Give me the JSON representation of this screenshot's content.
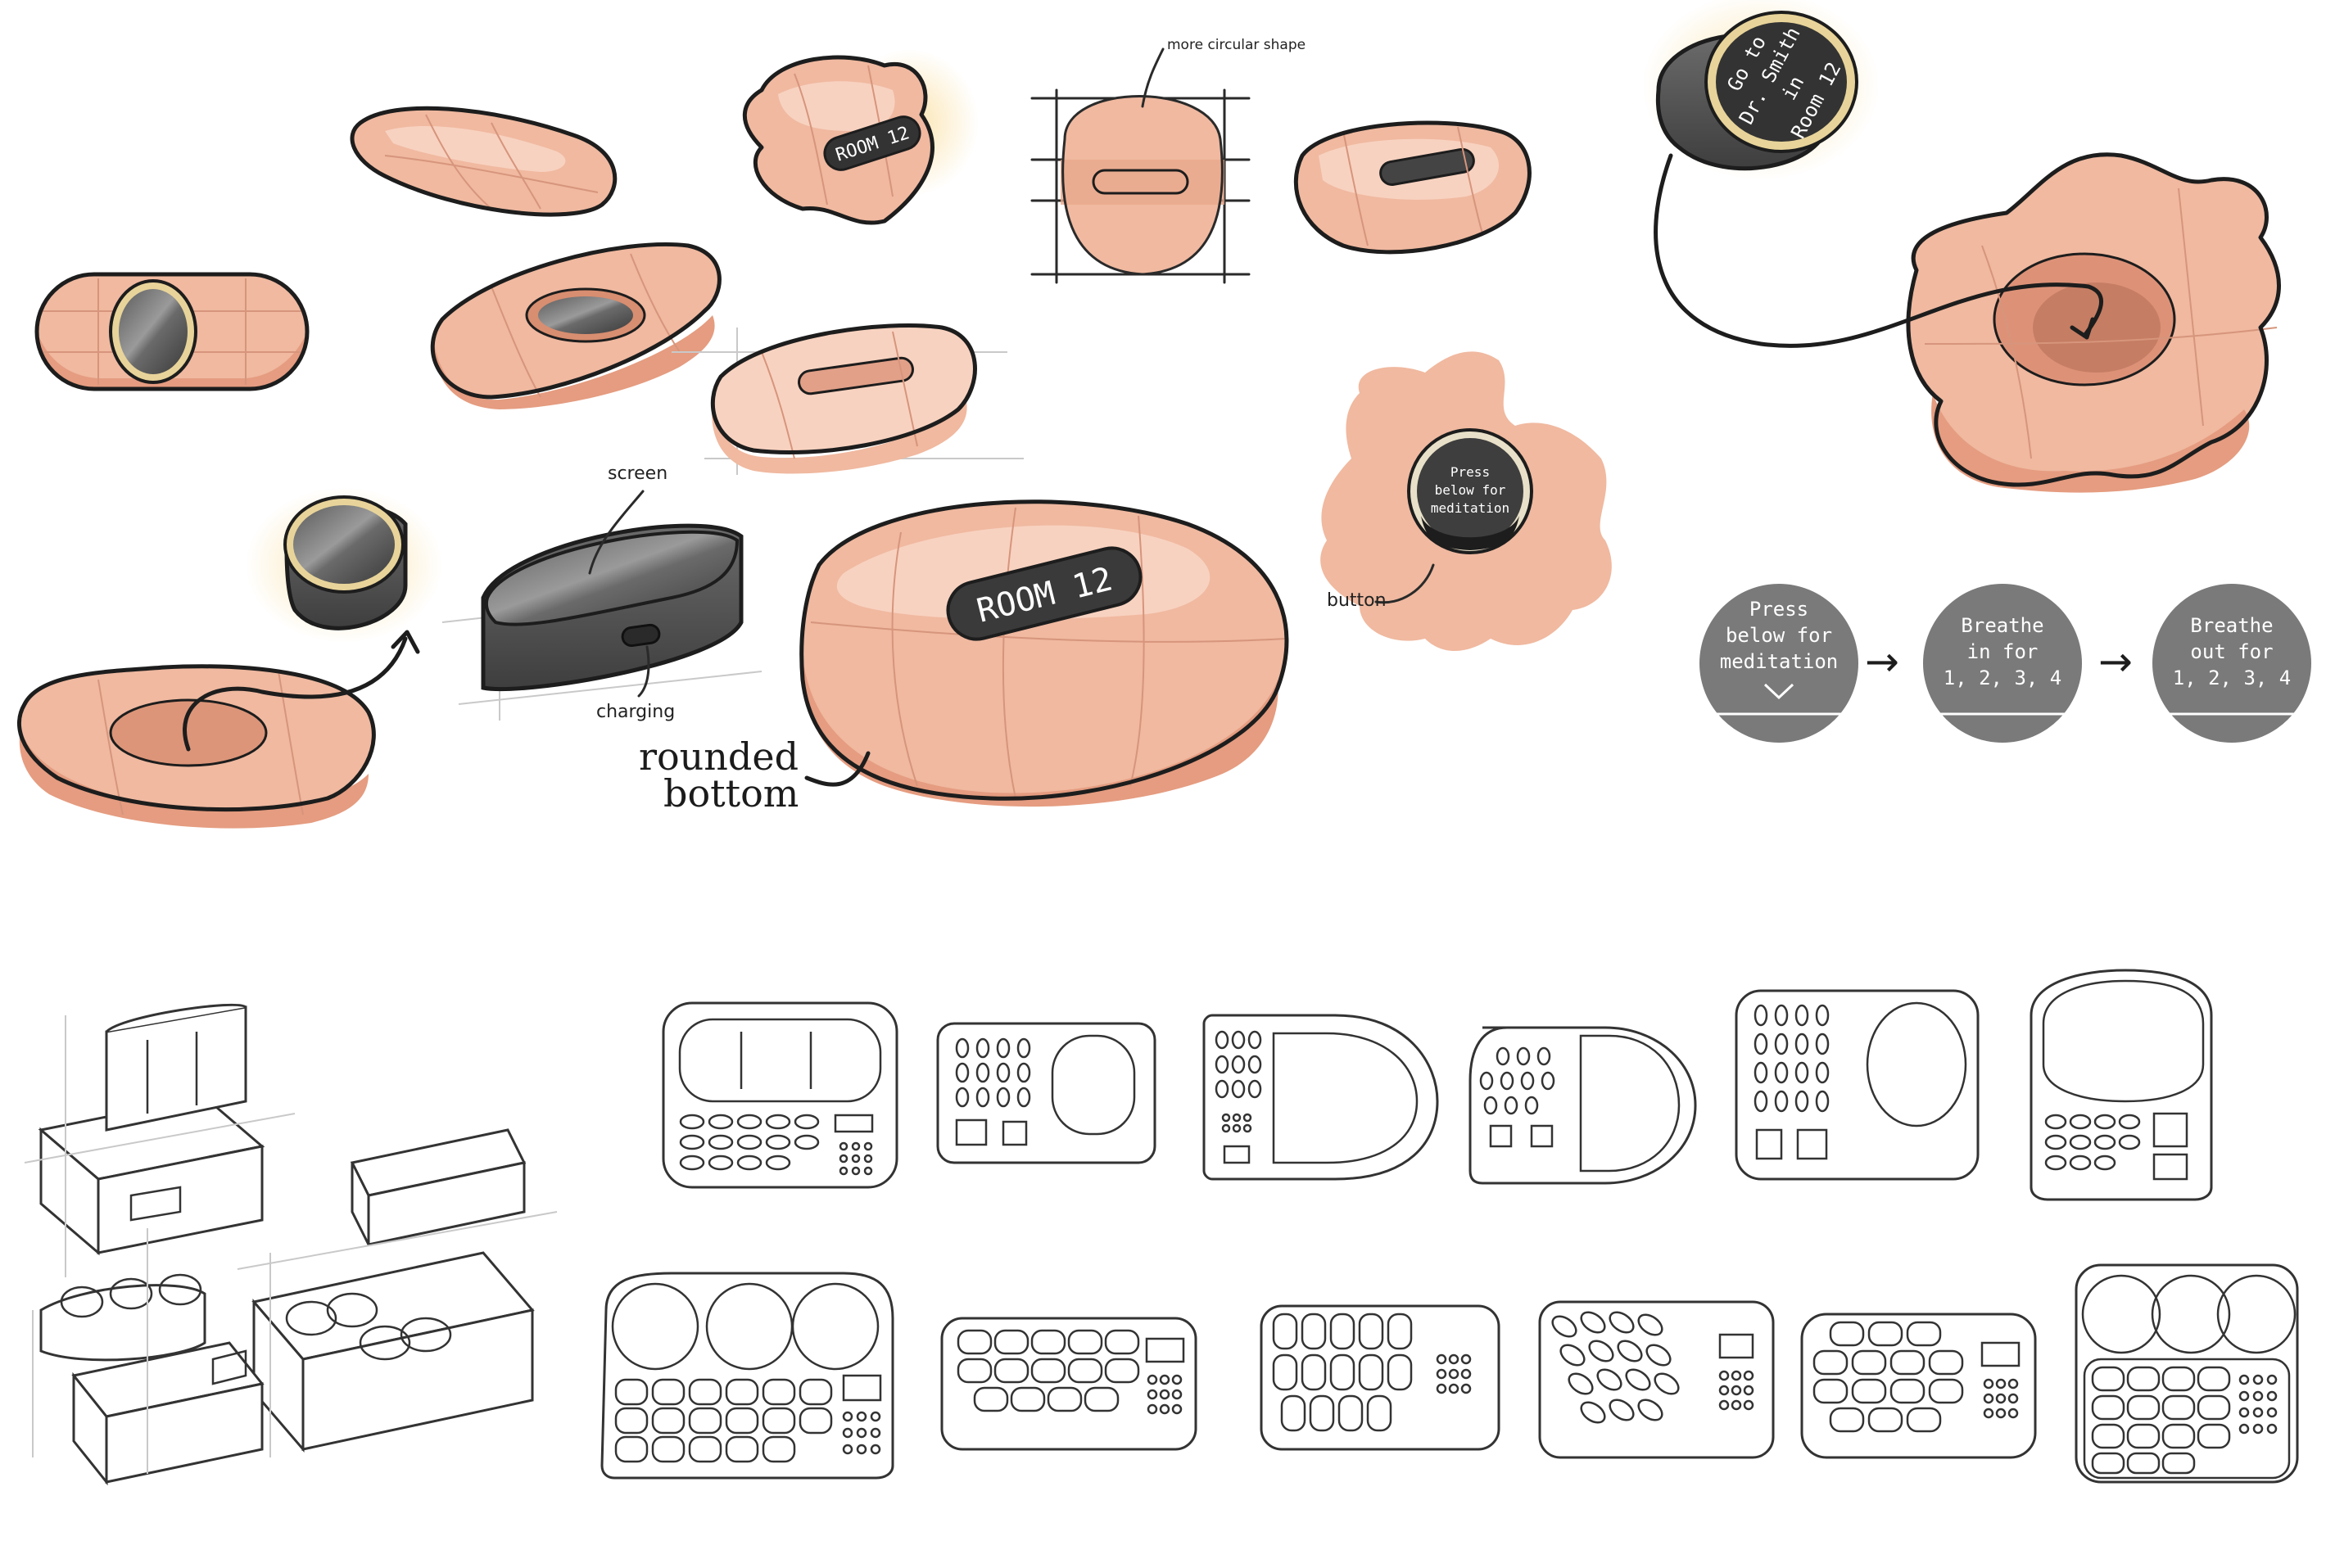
{
  "annotations": {
    "more_circular_shape": "more circular shape",
    "screen": "screen",
    "charging": "charging",
    "rounded_bottom_line1": "rounded",
    "rounded_bottom_line2": "bottom",
    "button": "button"
  },
  "device_screens": {
    "room_label_small": "ROOM 12",
    "room_label_large": "ROOM 12",
    "puck_lines": [
      "Go to",
      "Dr. Smith",
      "in",
      "Room 12"
    ],
    "flower_screen_lines": [
      "Press",
      "below for",
      "meditation"
    ]
  },
  "meditation_flow": {
    "steps": [
      {
        "lines": [
          "Press",
          "below for",
          "meditation"
        ],
        "has_chevron": true
      },
      {
        "lines": [
          "Breathe",
          "in for",
          "1, 2, 3, 4"
        ],
        "has_chevron": false
      },
      {
        "lines": [
          "Breathe",
          "out for",
          "1, 2, 3, 4"
        ],
        "has_chevron": false
      }
    ],
    "arrow_glyph": "→",
    "circle_color": "#7a7a7a"
  },
  "colors": {
    "skin": "#f0b9a0",
    "skin_highlight": "#f8d2c0",
    "skin_shadow": "#e59c80",
    "device_dark": "#4a4a4a",
    "glow": "#fbe2a8"
  }
}
